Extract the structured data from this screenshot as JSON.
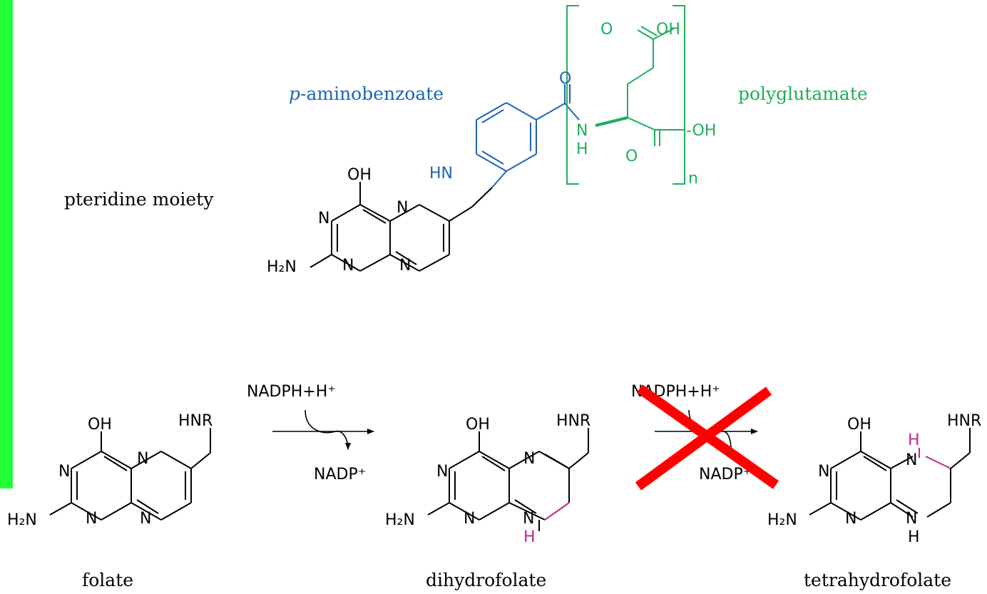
{
  "colors": {
    "side_bar": "#22ff3a",
    "paba": "#1f63b6",
    "glutamate": "#1fae5d",
    "new_h": "#c0268f",
    "cross": "#ff0000",
    "black": "#000000"
  },
  "top": {
    "paba_prefix": "p",
    "paba_suffix": "-aminobenzoate",
    "polyglutamate": "polyglutamate",
    "pteridine": "pteridine moiety",
    "atoms": {
      "oh": "OH",
      "n1": "N",
      "n2": "N",
      "n3": "N",
      "n4": "N",
      "h2n": "H₂N",
      "hn": "HN",
      "o_amide": "O",
      "n_amide": "N",
      "h_amide": "H",
      "o_acid": "O",
      "oh_acid": "OH",
      "o_carbonyl": "O",
      "oh_end": "-OH",
      "n_repeat": "n"
    }
  },
  "bottom": {
    "folate": "folate",
    "dihydrofolate": "dihydrofolate",
    "tetrahydrofolate": "tetrahydrofolate",
    "step1_top": "NADPH+H⁺",
    "step1_bottom": "NADP⁺",
    "step2_top": "NADPH+H⁺",
    "step2_bottom": "NADP⁺",
    "atoms": {
      "oh": "OH",
      "hnr": "HNR",
      "n": "N",
      "h2n": "H₂N",
      "h": "H"
    }
  }
}
